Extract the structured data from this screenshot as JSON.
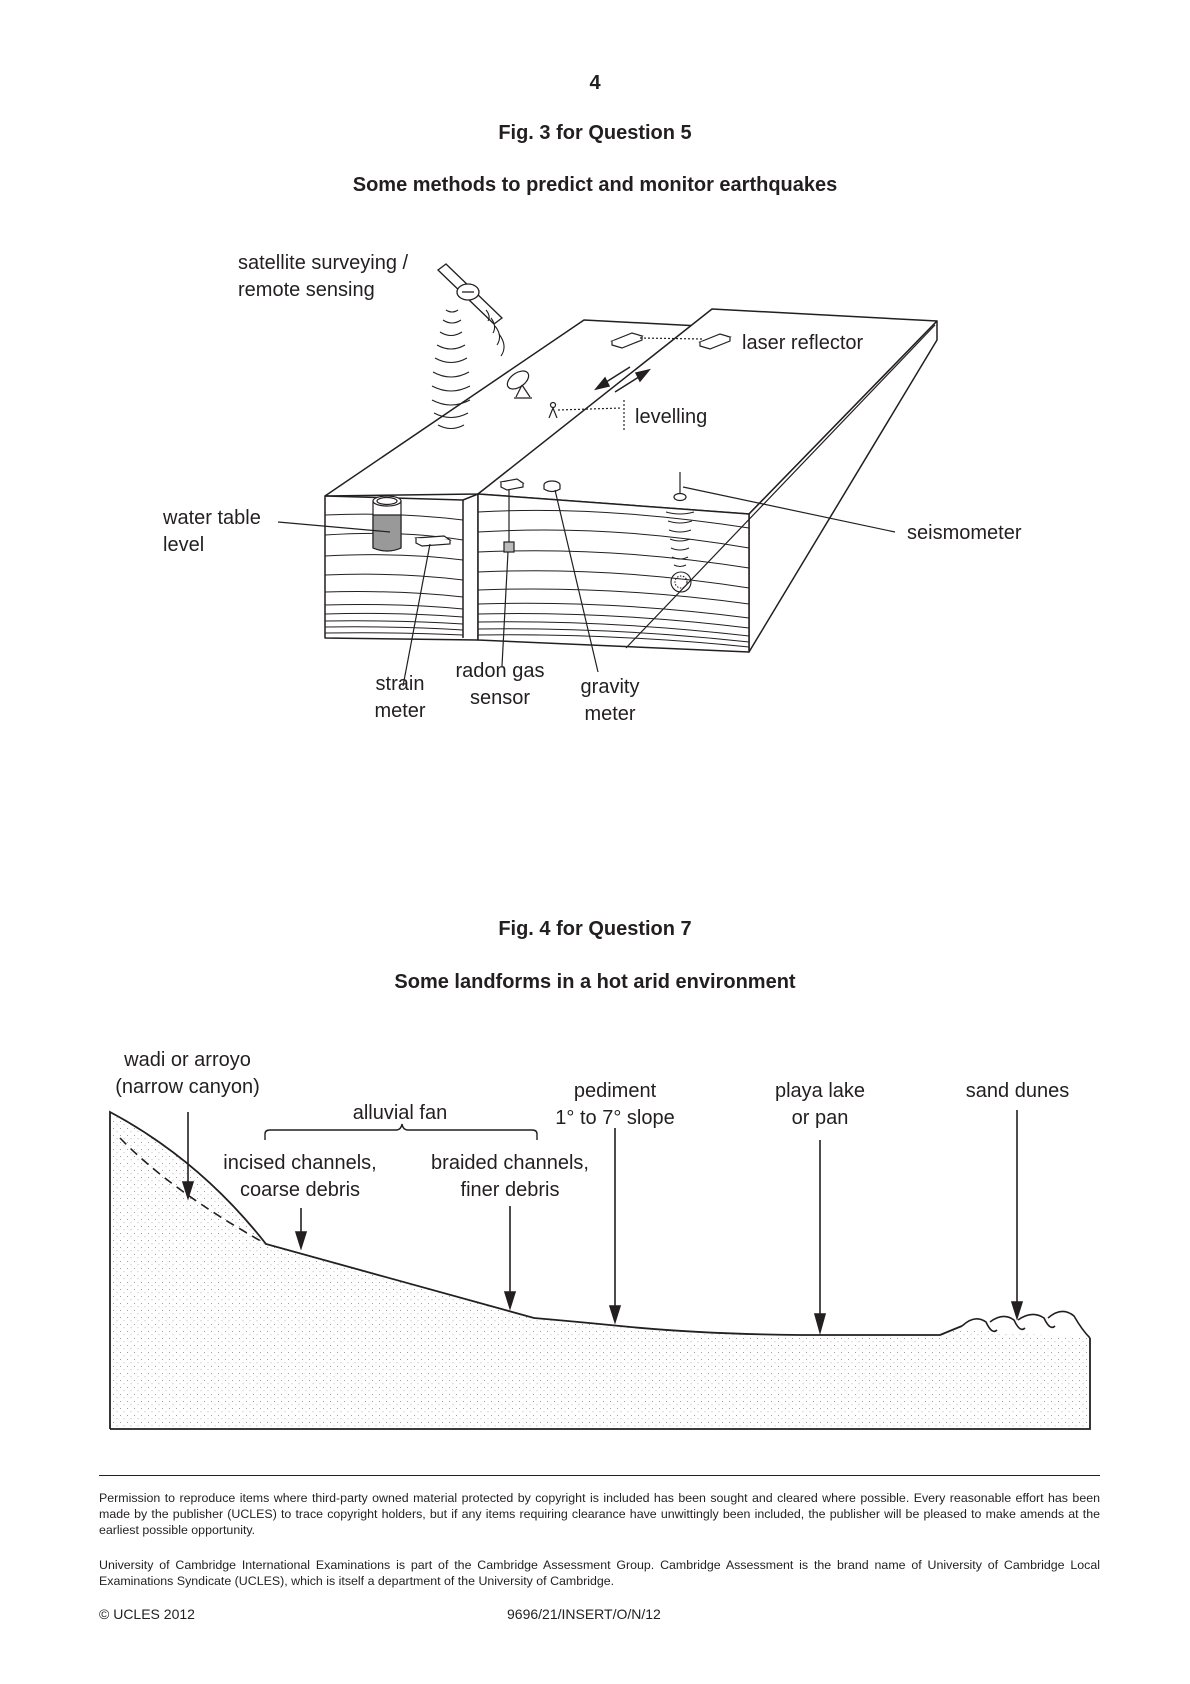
{
  "page_number": "4",
  "fig3": {
    "caption": "Fig. 3 for Question 5",
    "title": "Some methods to predict and monitor earthquakes",
    "labels": {
      "satellite_line1": "satellite surveying /",
      "satellite_line2": "remote sensing",
      "laser_reflector": "laser reflector",
      "levelling": "levelling",
      "water_table_line1": "water table",
      "water_table_line2": "level",
      "seismometer": "seismometer",
      "strain_line1": "strain",
      "strain_line2": "meter",
      "radon_line1": "radon gas",
      "radon_line2": "sensor",
      "gravity_line1": "gravity",
      "gravity_line2": "meter"
    }
  },
  "fig4": {
    "caption": "Fig. 4 for Question 7",
    "title": "Some landforms in a hot arid environment",
    "labels": {
      "wadi_line1": "wadi or arroyo",
      "wadi_line2": "(narrow canyon)",
      "alluvial_fan": "alluvial fan",
      "incised_line1": "incised channels,",
      "incised_line2": "coarse debris",
      "braided_line1": "braided channels,",
      "braided_line2": "finer debris",
      "pediment_line1": "pediment",
      "pediment_line2": "1° to 7° slope",
      "playa_line1": "playa lake",
      "playa_line2": "or pan",
      "sand_dunes": "sand dunes"
    }
  },
  "footer": {
    "permission": "Permission to reproduce items where third-party owned material protected by copyright is included has been sought and cleared where possible. Every reasonable effort has been made by the publisher (UCLES) to trace copyright holders, but if any items requiring clearance have unwittingly been included, the publisher will be pleased to make amends at the earliest possible opportunity.",
    "ucles_info": "University of Cambridge International Examinations is part of the Cambridge Assessment Group. Cambridge Assessment is the brand name of University of Cambridge Local Examinations Syndicate (UCLES), which is itself a department of the University of Cambridge.",
    "copyright": "© UCLES 2012",
    "code": "9696/21/INSERT/O/N/12"
  }
}
